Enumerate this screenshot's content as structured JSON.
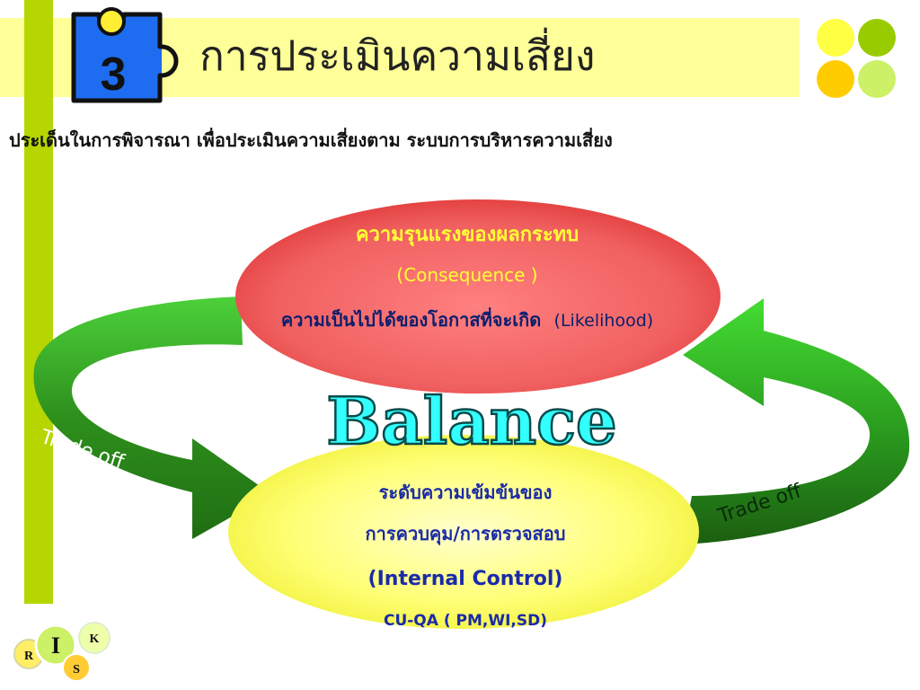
{
  "slide": {
    "number": "3",
    "title": "การประเมินความเสี่ยง",
    "subtitle": "ประเด็นในการพิจารณา เพื่อประเมินความเสี่ยงตาม ระบบการบริหารความเสี่ยง"
  },
  "diagram": {
    "top_ellipse": {
      "line1": "ความรุนแรงของผลกระทบ",
      "line2": "(Consequence )",
      "line3_thai": "ความเป็นไปได้ของโอกาสที่จะเกิด",
      "line3_en": "(Likelihood)"
    },
    "center_word": "Balance",
    "bottom_ellipse": {
      "line1": "ระดับความเข้มข้นของ",
      "line2": "การควบคุม/การตรวจสอบ",
      "line3": "(Internal Control)",
      "line4": "CU-QA ( PM,WI,SD)"
    },
    "left_arrow_label": "Trade off",
    "right_arrow_label": "Trade off"
  },
  "logo": {
    "letters": [
      "R",
      "I",
      "S",
      "K"
    ]
  },
  "colors": {
    "title_band": "#ffff99",
    "side_bar": "#b5d600",
    "top_ellipse": "#ef5a5a",
    "bottom_ellipse": "#ffff66",
    "arrow_green": "#2e8f1c",
    "balance_fill": "#33ffff"
  }
}
